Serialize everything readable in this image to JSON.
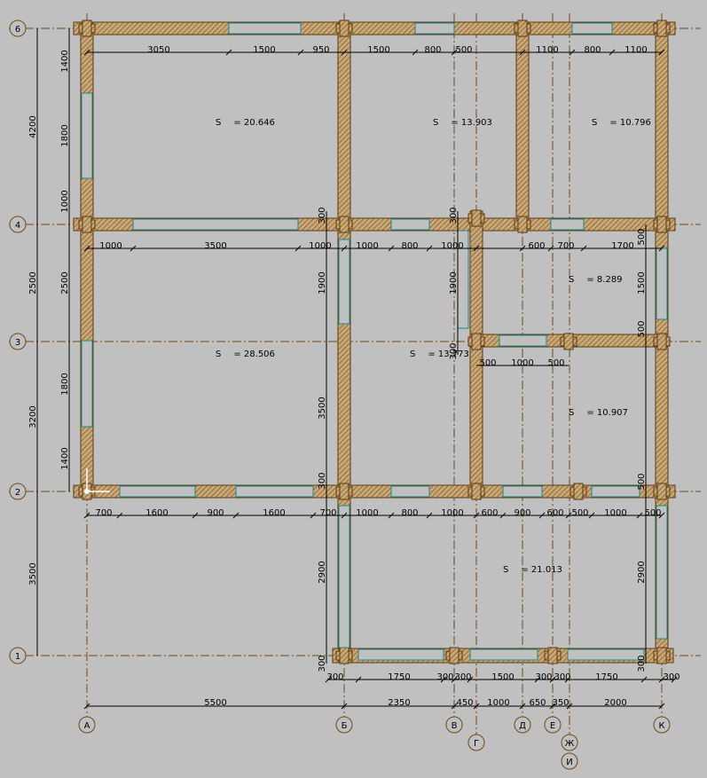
{
  "axes_h": [
    {
      "id": "6",
      "label": "6"
    },
    {
      "id": "4",
      "label": "4"
    },
    {
      "id": "3",
      "label": "3"
    },
    {
      "id": "2",
      "label": "2"
    },
    {
      "id": "1",
      "label": "1"
    }
  ],
  "axes_v": [
    {
      "id": "A",
      "label": "А"
    },
    {
      "id": "B",
      "label": "Б"
    },
    {
      "id": "V",
      "label": "В"
    },
    {
      "id": "G",
      "label": "Г"
    },
    {
      "id": "D",
      "label": "Д"
    },
    {
      "id": "E",
      "label": "Е"
    },
    {
      "id": "ZH",
      "label": "Ж"
    },
    {
      "id": "I",
      "label": "И"
    },
    {
      "id": "K",
      "label": "К"
    }
  ],
  "areas": [
    {
      "id": "r1",
      "label": "S",
      "value": "= 20.646"
    },
    {
      "id": "r2",
      "label": "S",
      "value": "= 13.903"
    },
    {
      "id": "r3",
      "label": "S",
      "value": "= 10.796"
    },
    {
      "id": "r4",
      "label": "S",
      "value": "= 8.289"
    },
    {
      "id": "r5",
      "label": "S",
      "value": "= 28.506"
    },
    {
      "id": "r6",
      "label": "S",
      "value": "= 13.773"
    },
    {
      "id": "r7",
      "label": "S",
      "value": "= 10.907"
    },
    {
      "id": "r8",
      "label": "S",
      "value": "= 21.013"
    }
  ],
  "dims": {
    "top6": [
      "3050",
      "1500",
      "950",
      "1500",
      "800",
      "500",
      "1100",
      "800",
      "1100"
    ],
    "row4": [
      "1000",
      "3500",
      "1000",
      "1000",
      "800",
      "1000",
      "600",
      "700",
      "1700"
    ],
    "row3": [
      "500",
      "1000",
      "500"
    ],
    "row2": [
      "700",
      "1600",
      "900",
      "1600",
      "700",
      "1000",
      "800",
      "1000",
      "600",
      "900",
      "600",
      "500",
      "1000",
      "500"
    ],
    "row1": [
      "300",
      "1750",
      "300",
      "300",
      "1500",
      "300",
      "300",
      "1750",
      "300"
    ],
    "bottom": [
      "5500",
      "2350",
      "450",
      "1000",
      "650",
      "350",
      "2000"
    ],
    "left_total": [
      "4200",
      "2500",
      "3200",
      "3500"
    ],
    "left_a": [
      "1400",
      "1800",
      "1000",
      "2500",
      "1800",
      "1400"
    ],
    "b_col": [
      "300",
      "1900",
      "3500",
      "300",
      "2900",
      "300"
    ],
    "g_col": [
      "300",
      "1900",
      "300"
    ],
    "k_col": [
      "500",
      "1500",
      "500",
      "500",
      "2900",
      "300"
    ]
  }
}
